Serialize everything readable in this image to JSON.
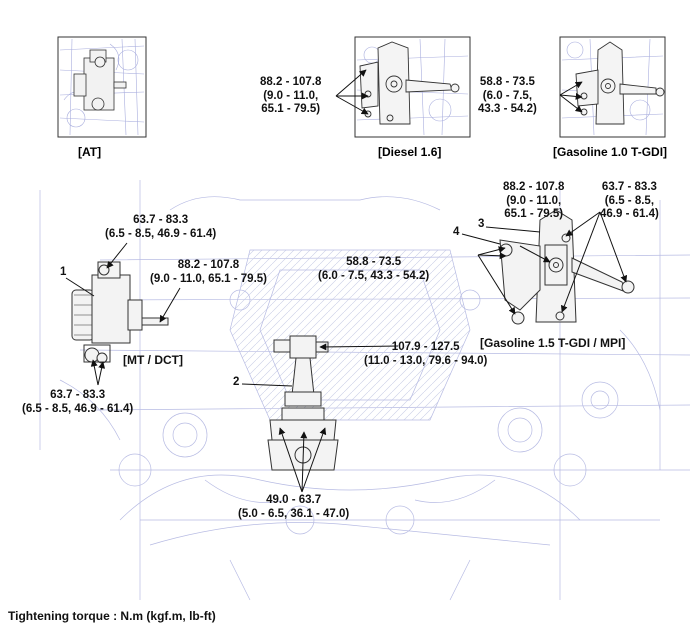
{
  "insets": {
    "at": {
      "caption": "[AT]"
    },
    "diesel": {
      "caption": "[Diesel 1.6]",
      "torque": "88.2 - 107.8\n(9.0 - 11.0,\n65.1 - 79.5)"
    },
    "gasoline_10": {
      "caption": "[Gasoline 1.0 T-GDI]",
      "torque": "58.8 - 73.5\n(6.0 - 7.5,\n43.3 - 54.2)"
    }
  },
  "main": {
    "mt_dct": {
      "caption": "[MT / DCT]",
      "torque_top": "63.7 - 83.3\n(6.5 - 8.5, 46.9 - 61.4)",
      "torque_mid": "88.2 - 107.8\n(9.0 - 11.0, 65.1 - 79.5)",
      "torque_bottom": "63.7 - 83.3\n(6.5 - 8.5, 46.9 - 61.4)"
    },
    "gasoline_15": {
      "caption": "[Gasoline 1.5 T-GDI / MPI]",
      "torque_a": "88.2 - 107.8\n(9.0 - 11.0,\n65.1 - 79.5)",
      "torque_b": "63.7 - 83.3\n(6.5 - 8.5,\n46.9 - 61.4)",
      "torque_c": "58.8 - 73.5\n(6.0 - 7.5, 43.3 - 54.2)"
    },
    "roll_rod": {
      "torque_right": "107.9 - 127.5\n(11.0 - 13.0, 79.6 - 94.0)",
      "torque_bottom": "49.0 - 63.7\n(5.0 - 6.5, 36.1 - 47.0)"
    },
    "callouts": {
      "c1": "1",
      "c2": "2",
      "c3": "3",
      "c4": "4"
    }
  },
  "footer": "Tightening torque : N.m (kgf.m, lb-ft)"
}
